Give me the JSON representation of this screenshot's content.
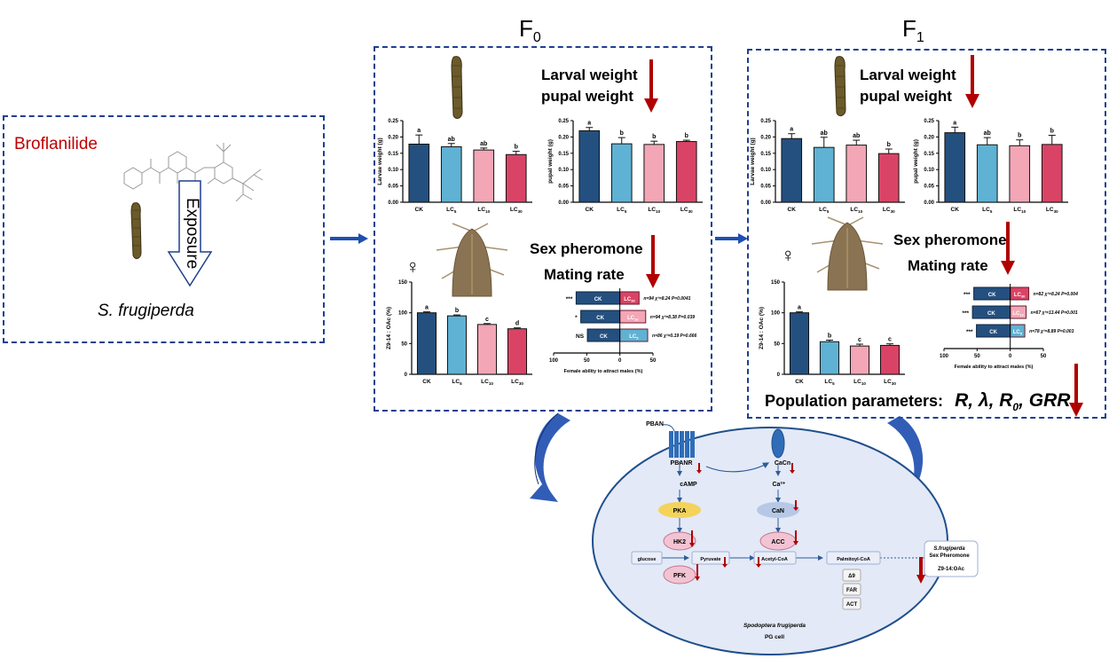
{
  "left_panel": {
    "compound": "Broflanilide",
    "exposure_label": "Exposure",
    "species": "S. frugiperda"
  },
  "generations": {
    "f0": {
      "label": "F",
      "sub": "0"
    },
    "f1": {
      "label": "F",
      "sub": "1"
    }
  },
  "headings": {
    "f0_weight": [
      "Larval  weight",
      "pupal weight"
    ],
    "f0_pheromone": [
      "Sex pheromone",
      "Mating rate"
    ],
    "f1_weight": [
      "Larval  weight",
      "pupal weight"
    ],
    "f1_pheromone": [
      "Sex pheromone",
      "Mating rate"
    ],
    "female_symbol": "♀",
    "population": "Population parameters:",
    "population_params": "R,  λ,  R0,  GRR"
  },
  "colors": {
    "ck": "#24507f",
    "lc5": "#5fb2d3",
    "lc10": "#f2a6b6",
    "lc30": "#d94466",
    "dash_border": "#1f3f8f",
    "down_arrow": "#b00000",
    "cell_fill": "#e3e9f6",
    "cell_border": "#1f4f8c",
    "flow_arrow": "#1f4fb0"
  },
  "chart_data": [
    {
      "id": "f0-larval",
      "type": "bar",
      "title": "",
      "ylabel": "Larvae weight (g)",
      "xlabel": "",
      "categories": [
        "CK",
        "LC5",
        "LC10",
        "LC30"
      ],
      "values": [
        0.178,
        0.17,
        0.16,
        0.146
      ],
      "errors": [
        0.028,
        0.01,
        0.006,
        0.01
      ],
      "letters": [
        "a",
        "ab",
        "ab",
        "b"
      ],
      "ylim": [
        0,
        0.25
      ],
      "yticks": [
        "0.00",
        "0.05",
        "0.10",
        "0.15",
        "0.20",
        "0.25"
      ],
      "ytick_values": [
        0,
        0.05,
        0.1,
        0.15,
        0.2,
        0.25
      ]
    },
    {
      "id": "f0-pupal",
      "type": "bar",
      "title": "",
      "ylabel": "pupal weight (g)",
      "xlabel": "",
      "categories": [
        "CK",
        "LC5",
        "LC10",
        "LC30"
      ],
      "values": [
        0.219,
        0.179,
        0.177,
        0.186
      ],
      "errors": [
        0.01,
        0.019,
        0.01,
        0.004
      ],
      "letters": [
        "a",
        "b",
        "b",
        "b"
      ],
      "ylim": [
        0,
        0.25
      ],
      "yticks": [
        "0.00",
        "0.05",
        "0.10",
        "0.15",
        "0.20",
        "0.25"
      ],
      "ytick_values": [
        0,
        0.05,
        0.1,
        0.15,
        0.2,
        0.25
      ]
    },
    {
      "id": "f0-pheromone",
      "type": "bar",
      "title": "",
      "ylabel": "Z9-14 : OAc (%)",
      "xlabel": "",
      "categories": [
        "CK",
        "LC5",
        "LC10",
        "LC30"
      ],
      "values": [
        100,
        95,
        81,
        74
      ],
      "errors": [
        1.5,
        1.5,
        1.5,
        1.5
      ],
      "letters": [
        "a",
        "b",
        "c",
        "d"
      ],
      "ylim": [
        0,
        150
      ],
      "yticks": [
        "0",
        "50",
        "100",
        "150"
      ],
      "ytick_values": [
        0,
        50,
        100,
        150
      ]
    },
    {
      "id": "f0-mating",
      "type": "bar",
      "orientation": "horizontal-diverging",
      "xlabel": "Female ability to attract males (%)",
      "xticks": [
        "100",
        "50",
        "0",
        "50"
      ],
      "xlim": [
        -100,
        50
      ],
      "rows": [
        {
          "sig": "***",
          "left": "CK",
          "right": "LC30",
          "right_sub": "30",
          "ck": 66,
          "treat": 29,
          "stats": "n=94  χ²=8.24  P=0.0041",
          "color": "lc30"
        },
        {
          "sig": "*",
          "left": "CK",
          "right": "LC10",
          "right_sub": "10",
          "ck": 59,
          "treat": 39,
          "stats": "n=94  χ²=8.38  P=0.039",
          "color": "lc10"
        },
        {
          "sig": "NS",
          "left": "CK",
          "right": "LC5",
          "right_sub": "5",
          "ck": 49,
          "treat": 42,
          "stats": "n=86  χ²=0.19  P=0.666",
          "color": "lc5"
        }
      ]
    },
    {
      "id": "f1-larval",
      "type": "bar",
      "title": "",
      "ylabel": "Larvae weight (g)",
      "xlabel": "",
      "categories": [
        "CK",
        "LC5",
        "LC10",
        "LC30"
      ],
      "values": [
        0.195,
        0.168,
        0.175,
        0.149
      ],
      "errors": [
        0.015,
        0.031,
        0.015,
        0.014
      ],
      "letters": [
        "a",
        "ab",
        "ab",
        "b"
      ],
      "ylim": [
        0,
        0.25
      ],
      "yticks": [
        "0.00",
        "0.05",
        "0.10",
        "0.15",
        "0.20",
        "0.25"
      ],
      "ytick_values": [
        0,
        0.05,
        0.1,
        0.15,
        0.2,
        0.25
      ]
    },
    {
      "id": "f1-pupal",
      "type": "bar",
      "title": "",
      "ylabel": "pupal weight (g)",
      "xlabel": "",
      "categories": [
        "CK",
        "LC5",
        "LC10",
        "LC30"
      ],
      "values": [
        0.213,
        0.176,
        0.173,
        0.177
      ],
      "errors": [
        0.017,
        0.022,
        0.018,
        0.028
      ],
      "letters": [
        "a",
        "ab",
        "b",
        "b"
      ],
      "ylim": [
        0,
        0.25
      ],
      "yticks": [
        "0.00",
        "0.05",
        "0.10",
        "0.15",
        "0.20",
        "0.25"
      ],
      "ytick_values": [
        0,
        0.05,
        0.1,
        0.15,
        0.2,
        0.25
      ]
    },
    {
      "id": "f1-pheromone",
      "type": "bar",
      "title": "",
      "ylabel": "Z9-14 : OAc (%)",
      "xlabel": "",
      "categories": [
        "CK",
        "LC5",
        "LC10",
        "LC30"
      ],
      "values": [
        100,
        53,
        46,
        47
      ],
      "errors": [
        1.5,
        2.5,
        3,
        2.5
      ],
      "letters": [
        "a",
        "b",
        "c",
        "c"
      ],
      "ylim": [
        0,
        150
      ],
      "yticks": [
        "0",
        "50",
        "100",
        "150"
      ],
      "ytick_values": [
        0,
        50,
        100,
        150
      ]
    },
    {
      "id": "f1-mating",
      "type": "bar",
      "orientation": "horizontal-diverging",
      "xlabel": "Female ability to attract males (%)",
      "xticks": [
        "100",
        "50",
        "0",
        "50"
      ],
      "xlim": [
        -100,
        50
      ],
      "rows": [
        {
          "sig": "***",
          "left": "CK",
          "right": "LC30",
          "right_sub": "30",
          "ck": 55,
          "treat": 28,
          "stats": "n=82  χ²=8.24  P=0.004",
          "color": "lc30"
        },
        {
          "sig": "***",
          "left": "CK",
          "right": "LC10",
          "right_sub": "10",
          "ck": 57,
          "treat": 24,
          "stats": "n=67  χ²=13.44  P=0.001",
          "color": "lc10"
        },
        {
          "sig": "***",
          "left": "CK",
          "right": "LC5",
          "right_sub": "5",
          "ck": 51,
          "treat": 22,
          "stats": "n=78  χ²=8.89  P=0.003",
          "color": "lc5"
        }
      ]
    }
  ],
  "pathway": {
    "pban": "PBAN",
    "pbanr": "PBANR",
    "cacn": "CaCn",
    "camp": "cAMP",
    "ca": "Ca²⁺",
    "pka": "PKA",
    "can": "CaN",
    "hk2": "HK2",
    "pfk": "PFK",
    "acc": "ACC",
    "glucose": "glucose",
    "pyruvate": "Pyruvate",
    "acetyl": "Acetyl-CoA",
    "palmitoyl": "Palmitoyl-CoA",
    "delta9": "Δ9",
    "far": "FAR",
    "act": "ACT",
    "product_title": "S.frugiperda",
    "product_sub": "Sex Pheromone",
    "product_name": "Z9-14:OAc",
    "cell_species": "Spodoptera frugiperda",
    "cell_type": "PG cell"
  }
}
